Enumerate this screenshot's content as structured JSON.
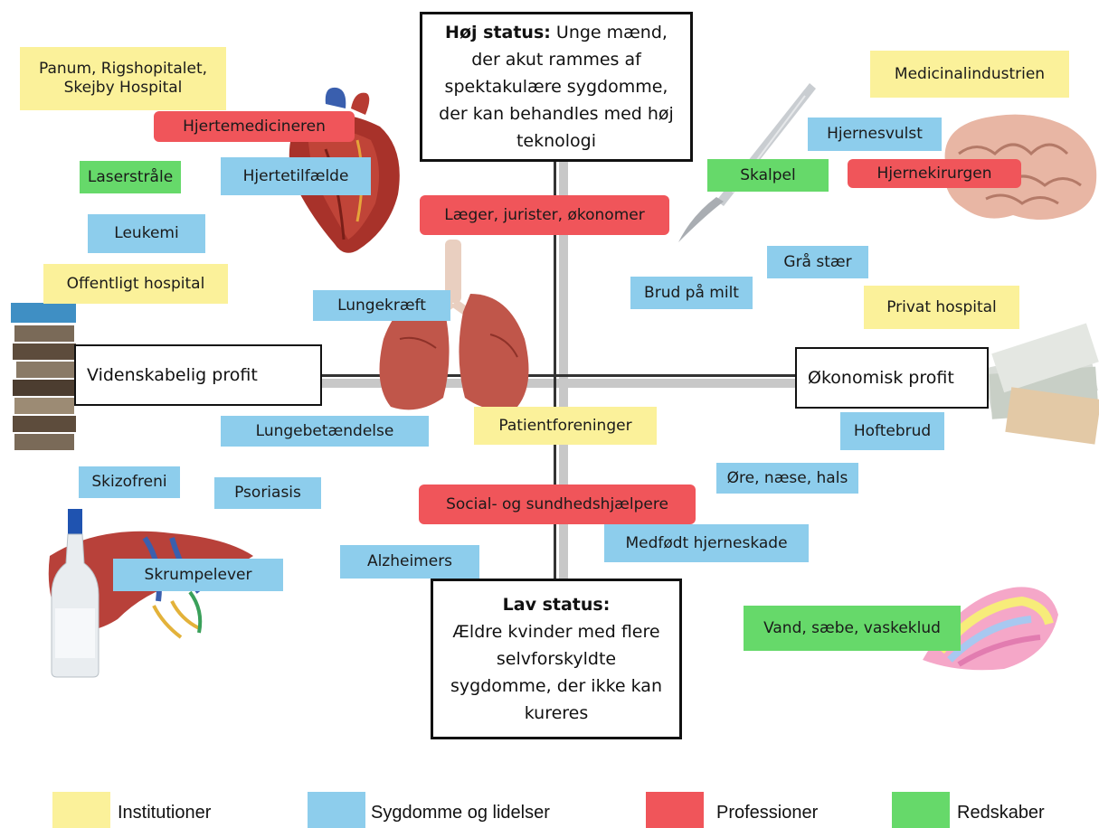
{
  "colors": {
    "institutioner": "#fbf19a",
    "sygdomme": "#8dcdec",
    "professioner": "#f0555a",
    "redskaber": "#66d96a"
  },
  "axes": {
    "top": {
      "bold": "Høj status:",
      "lines": [
        "Unge mænd,",
        "der akut rammes af",
        "spektakulære sygdomme,",
        "der kan behandles med høj",
        "teknologi"
      ]
    },
    "bottom": {
      "bold": "Lav status:",
      "lines": [
        "Ældre kvinder med flere",
        "selvforskyldte",
        "sygdomme, der ikke kan",
        "kureres"
      ]
    },
    "left": "Videnskabelig profit",
    "right": "Økonomisk profit"
  },
  "tags": {
    "panum": [
      "Panum, Rigshopitalet,",
      "Skejby Hospital"
    ],
    "hjertemedicineren": "Hjertemedicineren",
    "hjertetilfaelde": "Hjertetilfælde",
    "laserstraale": "Laserstråle",
    "leukemi": "Leukemi",
    "offentligt": "Offentligt hospital",
    "laeger": "Læger, jurister, økonomer",
    "lungekraeft": "Lungekræft",
    "medicinal": "Medicinalindustrien",
    "hjernesvulst": "Hjernesvulst",
    "skalpel": "Skalpel",
    "hjernekirurgen": "Hjernekirurgen",
    "graastaer": "Grå stær",
    "brud": "Brud på milt",
    "privat": "Privat hospital",
    "lungebetaendelse": "Lungebetændelse",
    "patientforeninger": "Patientforeninger",
    "hoftebrud": "Hoftebrud",
    "oere": "Øre, næse, hals",
    "skizofreni": "Skizofreni",
    "psoriasis": "Psoriasis",
    "social": "Social- og sundhedshjælpere",
    "medfoedt": "Medfødt hjerneskade",
    "skrumpelever": "Skrumpelever",
    "alzheimers": "Alzheimers",
    "vand": "Vand, sæbe, vaskeklud"
  },
  "legend": [
    {
      "label": "Institutioner",
      "color": "#fbf19a"
    },
    {
      "label": "Sygdomme og lidelser",
      "color": "#8dcdec"
    },
    {
      "label": "Professioner",
      "color": "#f0555a"
    },
    {
      "label": "Redskaber",
      "color": "#66d96a"
    }
  ],
  "illustrations": [
    "heart-illustration",
    "lungs-illustration",
    "brain-illustration",
    "scalpel-illustration",
    "books-illustration",
    "money-illustration",
    "liver-illustration",
    "bottle-illustration",
    "cloth-illustration"
  ]
}
